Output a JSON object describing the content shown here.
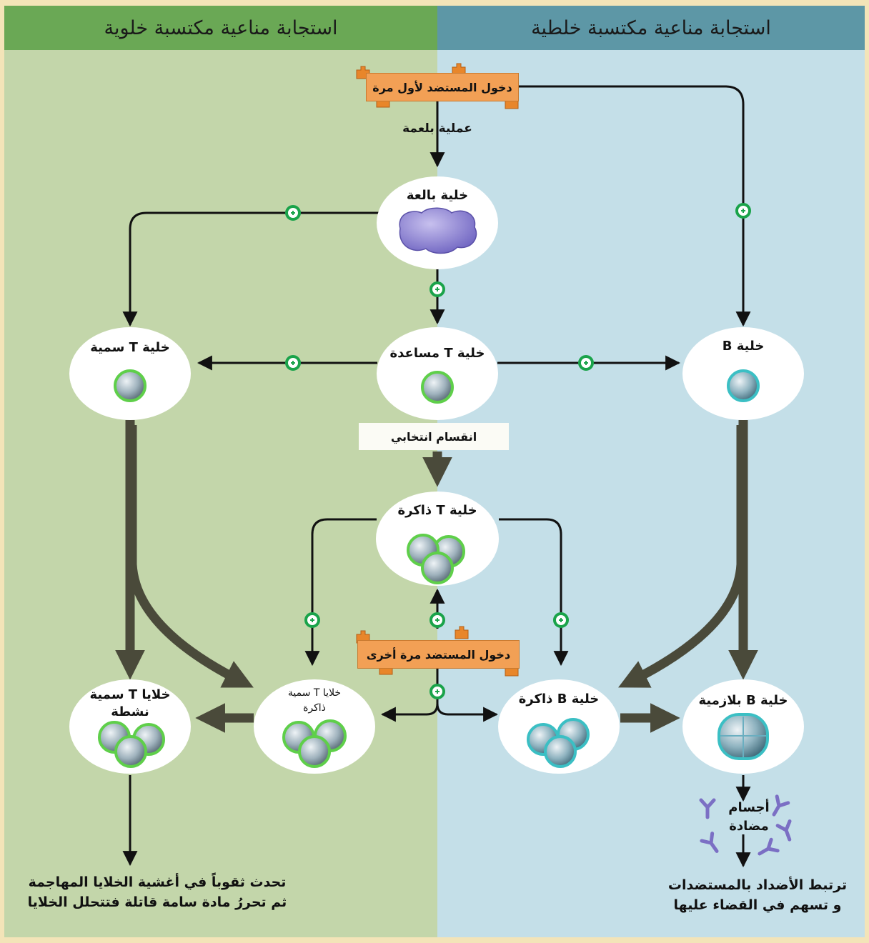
{
  "headers": {
    "cellular": "استجابة مناعية مكتسبة خلوية",
    "humoral": "استجابة مناعية مكتسبة خلطية"
  },
  "antigen": {
    "first_entry": "دخول المستضد لأول مرة",
    "second_entry": "دخول المستضد مرة أخرى"
  },
  "process": {
    "phagocytosis": "عملية بلعمة",
    "clonal_division": "انقسام انتخابي"
  },
  "cells": {
    "phagocyte": "خلية بالعة",
    "cytotoxic_t": "خلية T سمية",
    "helper_t": "خلية T مساعدة",
    "b_cell": "خلية B",
    "memory_t": "خلية T ذاكرة",
    "active_cytotoxic_t_line1": "خلايا T سمية",
    "active_cytotoxic_t_line2": "نشطة",
    "memory_cytotoxic_t_line1": "خلايا T سمية",
    "memory_cytotoxic_t_line2": "ذاكرة",
    "memory_b": "خلية B ذاكرة",
    "plasma_b": "خلية B بلازمية"
  },
  "antibodies": {
    "line1": "أجسام",
    "line2": "مضادة"
  },
  "outcomes": {
    "cellular_line1": "تحدث ثقوباً في أغشية الخلايا المهاجمة",
    "cellular_line2": "ثم تحررُ مادة سامة قاتلة فتتحلل الخلايا",
    "humoral_line1": "ترتبط الأضداد بالمستضدات",
    "humoral_line2": "و تسهم في القضاء عليها"
  },
  "colors": {
    "cellular_panel": "#c3d6aa",
    "cellular_header": "#6aa855",
    "humoral_panel": "#c4dfe8",
    "humoral_header": "#5d97a6",
    "antigen_box": "#f2a055",
    "phagocyte_cell": "#8a7fd0",
    "t_cell_ring": "#5fcf4a",
    "b_cell_ring": "#3bbfc4",
    "thick_arrow": "#4a4a3a",
    "stimulation_mark": "#1aa34a"
  },
  "icons": {
    "stimulation": "plus-circle-icon",
    "antigen": "antigen-shape-icon",
    "antibody": "y-shaped-antibody-icon"
  }
}
